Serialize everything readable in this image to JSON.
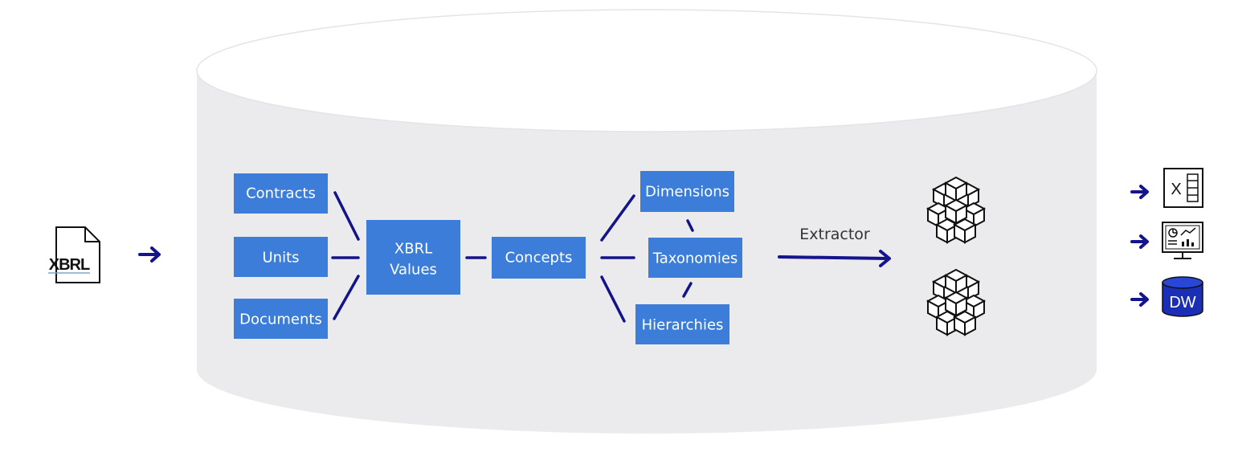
{
  "nodes": {
    "contracts": "Contracts",
    "units": "Units",
    "documents": "Documents",
    "xbrl_values_line1": "XBRL",
    "xbrl_values_line2": "Values",
    "concepts": "Concepts",
    "dimensions": "Dimensions",
    "taxonomies": "Taxonomies",
    "hierarchies": "Hierarchies"
  },
  "extractor_label": "Extractor",
  "input_file_label": "XBRL",
  "outputs": {
    "dw_label": "DW",
    "excel_letter": "X"
  },
  "icons": {
    "input": "xbrl-file-icon",
    "cubes": "cube-cluster-icon",
    "excel": "excel-icon",
    "dashboard": "dashboard-monitor-icon",
    "warehouse": "database-dw-icon"
  },
  "colors": {
    "node_fill": "#3b7dd8",
    "connector": "#14148a",
    "arrow": "#14148c",
    "cylinder_body": "#ebebee",
    "cylinder_top": "#ffffff"
  }
}
